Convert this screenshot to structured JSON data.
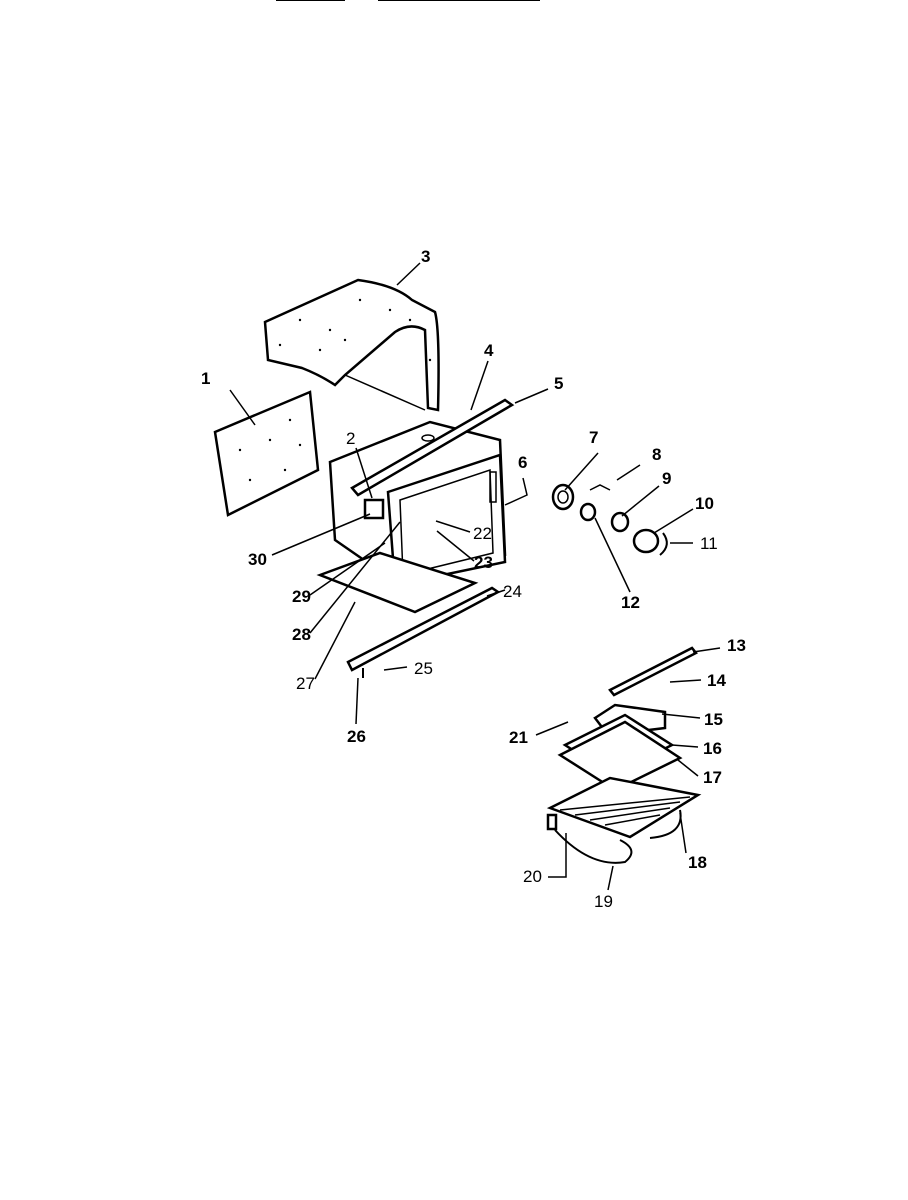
{
  "diagram": {
    "labels": {
      "p1": "1",
      "p2": "2",
      "p3": "3",
      "p4": "4",
      "p5": "5",
      "p6": "6",
      "p7": "7",
      "p8": "8",
      "p9": "9",
      "p10": "10",
      "p11": "11",
      "p12": "12",
      "p13": "13",
      "p14": "14",
      "p15": "15",
      "p16": "16",
      "p17": "17",
      "p18": "18",
      "p19": "19",
      "p20": "20",
      "p21": "21",
      "p22": "22",
      "p23": "23",
      "p24": "24",
      "p25": "25",
      "p26": "26",
      "p27": "27",
      "p28": "28",
      "p29": "29",
      "p30": "30"
    }
  }
}
